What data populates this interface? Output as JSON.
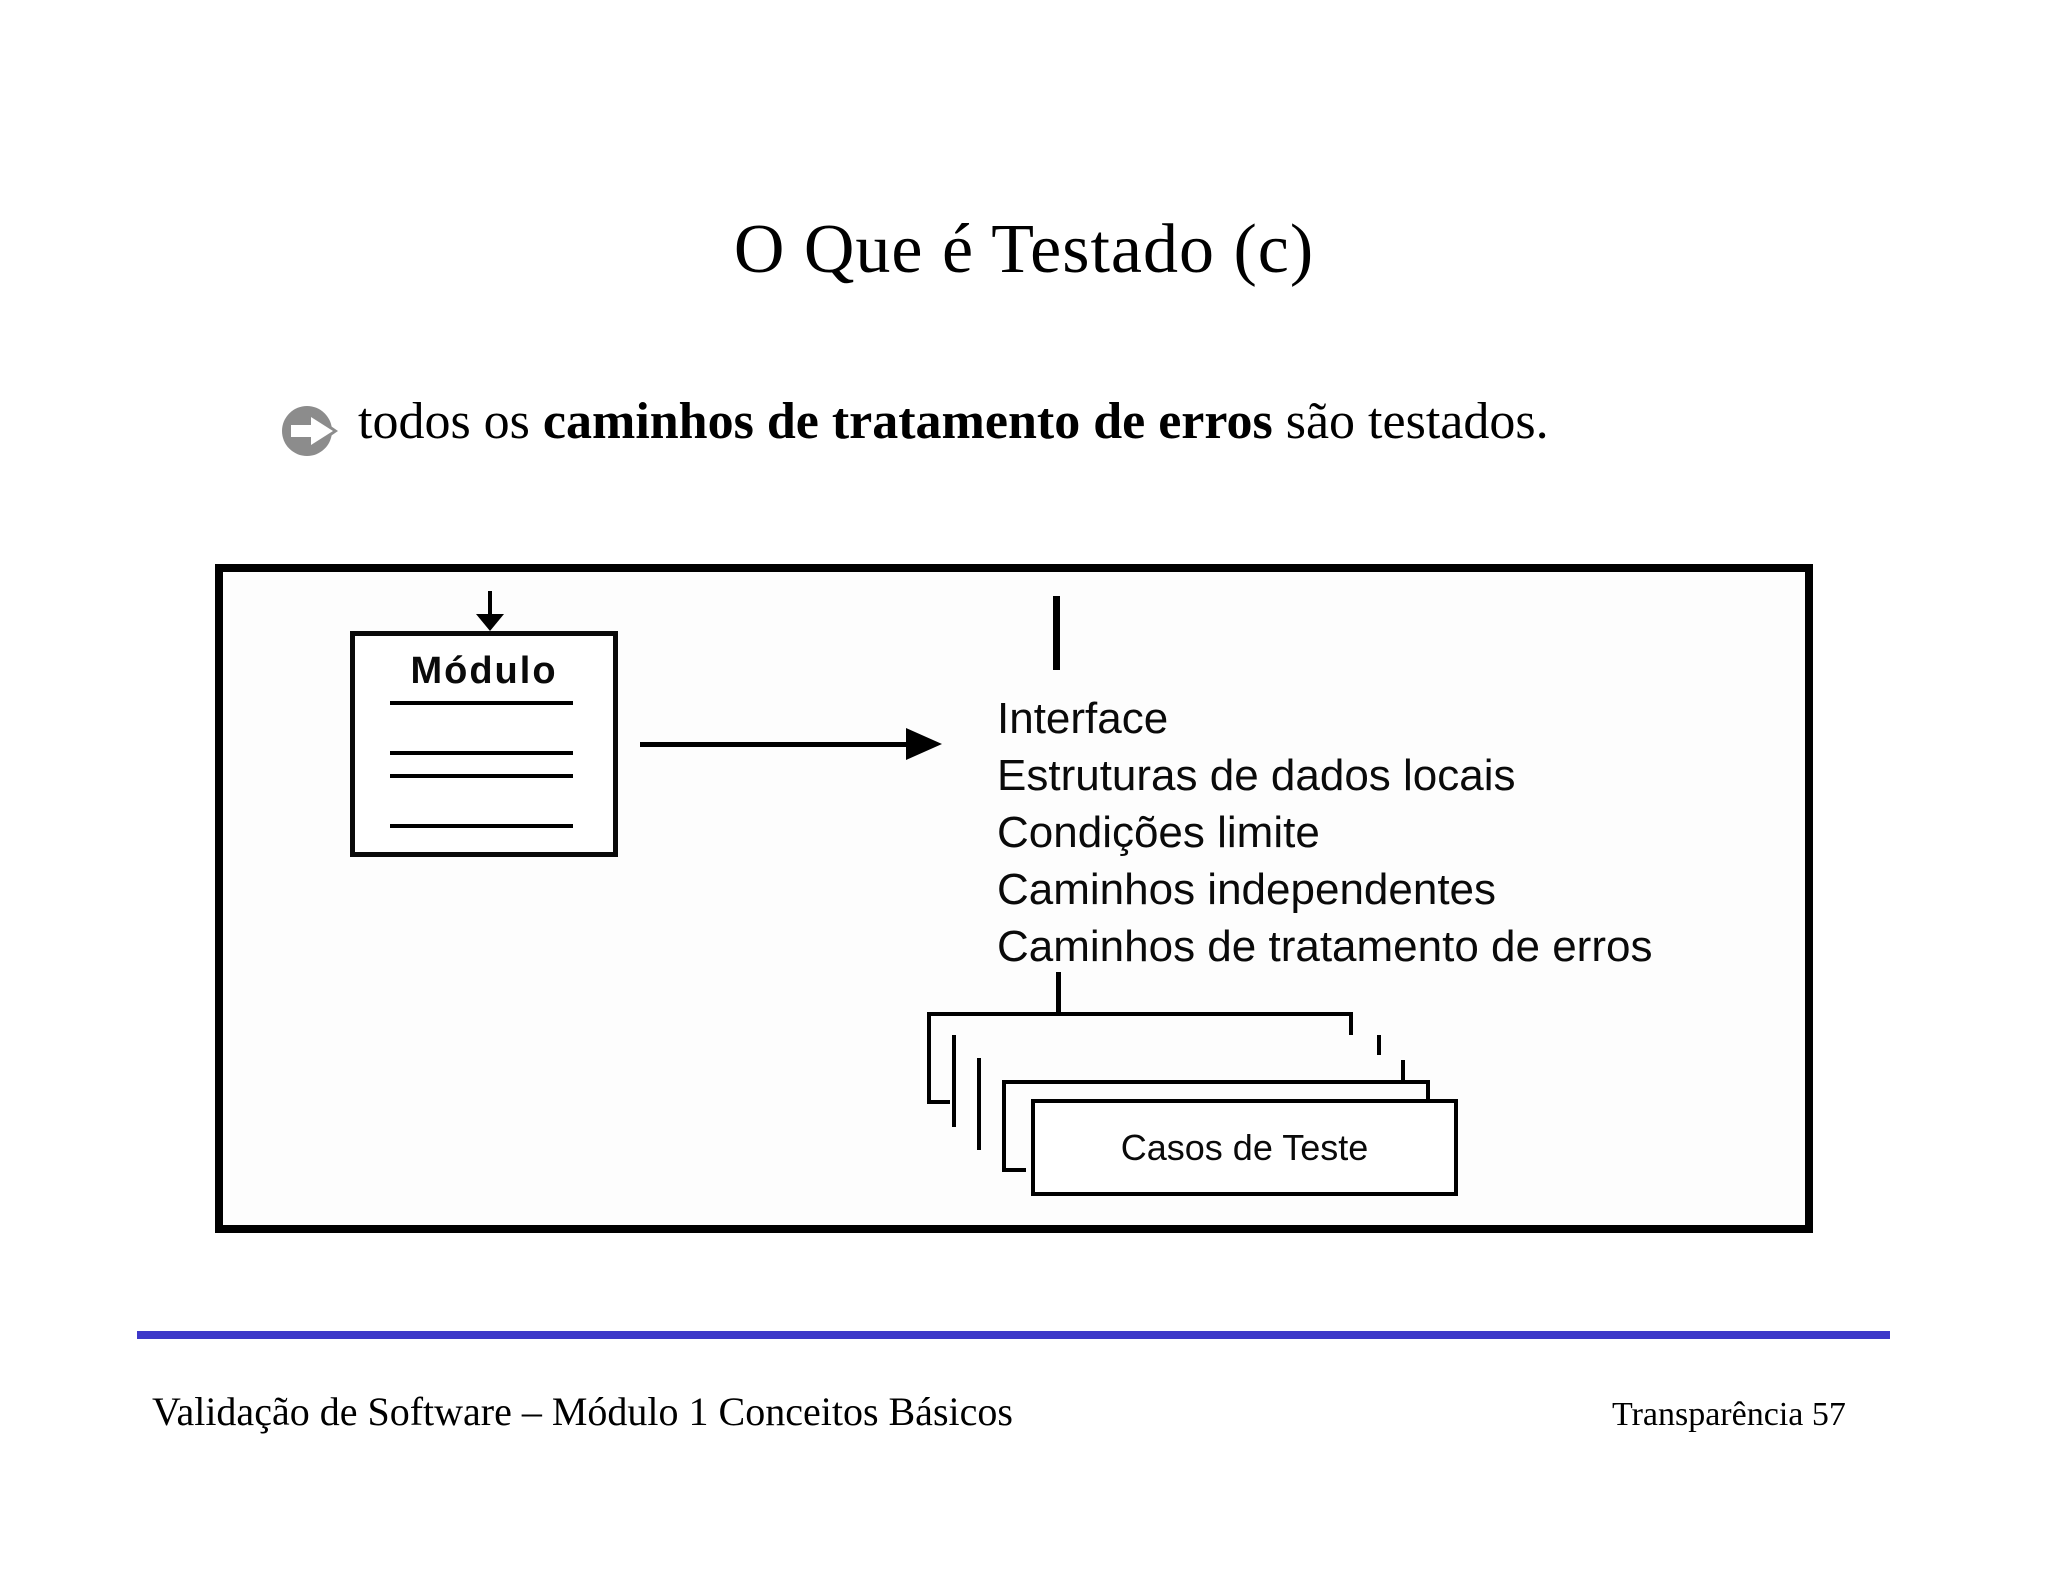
{
  "slide": {
    "title": "O Que é Testado (c)",
    "bullet": {
      "pre": "todos os ",
      "bold": "caminhos de tratamento de erros",
      "post": " são testados."
    },
    "diagram": {
      "module_label": "Módulo",
      "test_items": [
        "Interface",
        "Estruturas de dados locais",
        "Condições limite",
        "Caminhos independentes",
        "Caminhos de tratamento de erros"
      ],
      "cards_label": "Casos de Teste"
    },
    "footer": {
      "left": "Validação de Software – Módulo 1 Conceitos Básicos",
      "right": "Transparência 57"
    },
    "colors": {
      "divider_blue": "#3d38c9",
      "bullet_gray": "#8c8c8c"
    }
  }
}
